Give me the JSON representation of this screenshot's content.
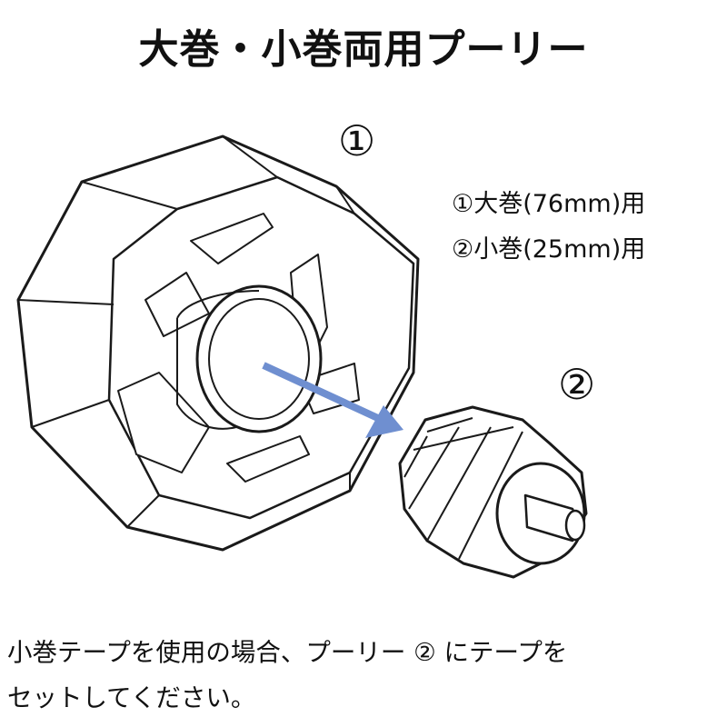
{
  "title": "大巻・小巻両用プーリー",
  "callouts": {
    "large": "①",
    "small": "②"
  },
  "legend": [
    "①大巻(76mm)用",
    "②小巻(25mm)用"
  ],
  "instructions": [
    "小巻テープを使用の場合、プーリー ② にテープを",
    "セットしてください。"
  ],
  "colors": {
    "arrow": "#6f8fd0",
    "line": "#1a1a1a"
  },
  "icons": {
    "large_pulley": "octagonal-pulley",
    "small_pulley": "cylindrical-pulley",
    "arrow": "insertion-arrow"
  }
}
